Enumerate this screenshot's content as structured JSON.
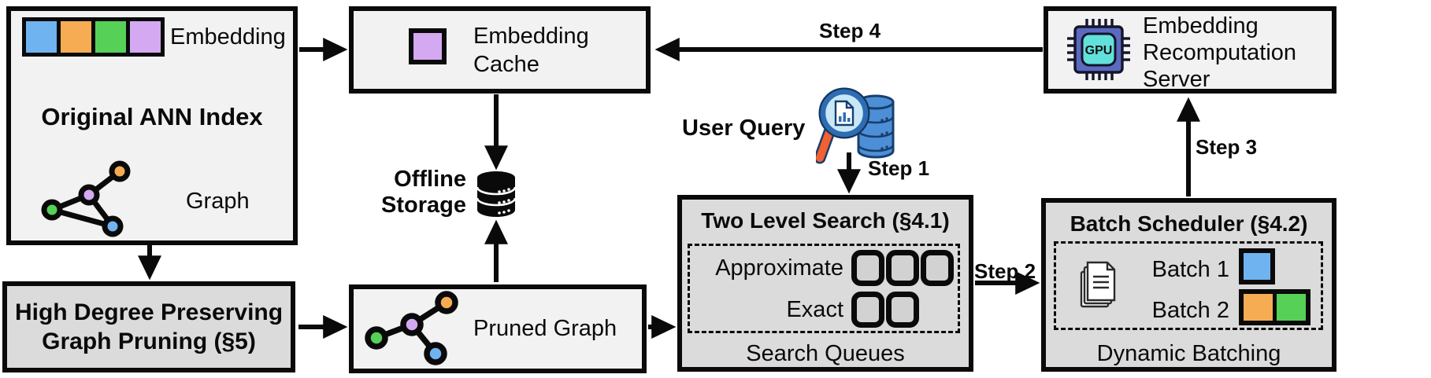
{
  "colors": {
    "blue": "#6FB3F0",
    "orange": "#F6AC53",
    "green": "#56D056",
    "purple": "#D4A9F2",
    "cache_purple": "#D4A9F2",
    "gpu_chip": "#5B6ABF",
    "gpu_core": "#62E1DB",
    "magnifier_rim": "#2E6DB4",
    "magnifier_glass": "#C9E8F7",
    "magnifier_handle": "#F2612F",
    "query_db_blue": "#4D8FD6",
    "query_db_dark": "#173F6E",
    "black": "#0a0a0a"
  },
  "original_index": {
    "title": "Original ANN Index",
    "embedding_label": "Embedding",
    "graph_label": "Graph"
  },
  "pruning": {
    "line1": "High Degree Preserving",
    "line2": "Graph Pruning (§5)"
  },
  "embedding_cache": {
    "line1": "Embedding",
    "line2": "Cache"
  },
  "offline_storage": {
    "line1": "Offline",
    "line2": "Storage"
  },
  "pruned_graph": {
    "label": "Pruned Graph"
  },
  "user_query": {
    "label": "User Query"
  },
  "steps": {
    "step1": "Step 1",
    "step2": "Step 2",
    "step3": "Step 3",
    "step4": "Step 4"
  },
  "two_level_search": {
    "title": "Two Level Search (§4.1)",
    "row1_label": "Approximate",
    "row2_label": "Exact",
    "caption": "Search Queues"
  },
  "batch_scheduler": {
    "title": "Batch Scheduler (§4.2)",
    "batch1_label": "Batch 1",
    "batch2_label": "Batch 2",
    "caption": "Dynamic Batching"
  },
  "recomputation_server": {
    "line1": "Embedding",
    "line2": "Recomputation",
    "line3": "Server"
  },
  "gpu_icon_label": "GPU"
}
